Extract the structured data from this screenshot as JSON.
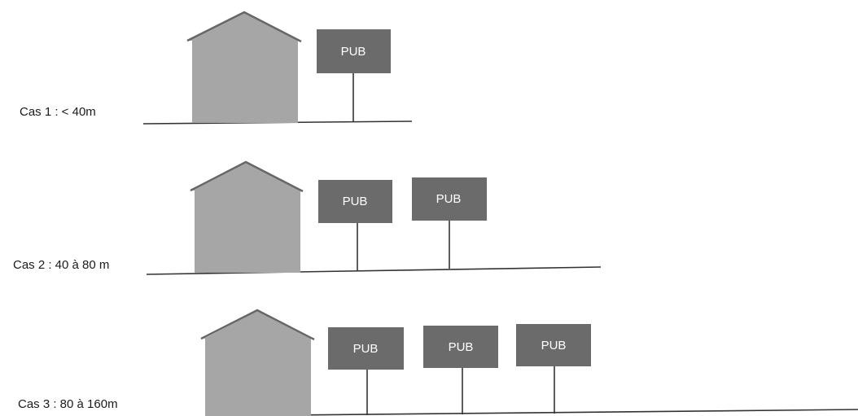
{
  "cases": [
    {
      "label": "Cas 1 : < 40m",
      "signs": [
        "PUB"
      ]
    },
    {
      "label": "Cas 2 : 40 à 80 m",
      "signs": [
        "PUB",
        "PUB"
      ]
    },
    {
      "label": "Cas 3 : 80 à 160m",
      "signs": [
        "PUB",
        "PUB",
        "PUB"
      ]
    }
  ],
  "colors": {
    "house": "#a6a6a6",
    "roof": "#666666",
    "sign": "#6b6b6b",
    "sign_text": "#ffffff",
    "ground": "#333333"
  }
}
